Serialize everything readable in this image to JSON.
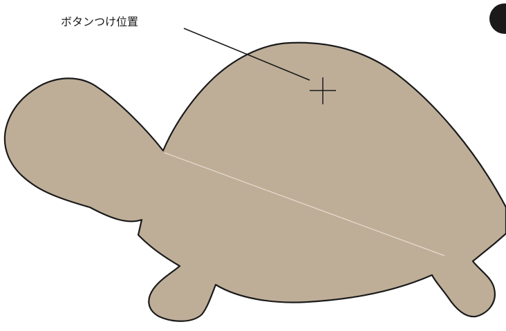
{
  "annotation": {
    "button_position_label": "ボタンつけ位置"
  },
  "colors": {
    "body_fill": "#BEAE98",
    "outline": "#1a1a1a",
    "seam": "#E6DDD0",
    "background": "#ffffff"
  },
  "shapes": {
    "head": "turtle-head",
    "shell": "turtle-shell",
    "front_leg": "turtle-front-leg",
    "back_leg": "turtle-back-leg",
    "marker": "cross-marker"
  }
}
